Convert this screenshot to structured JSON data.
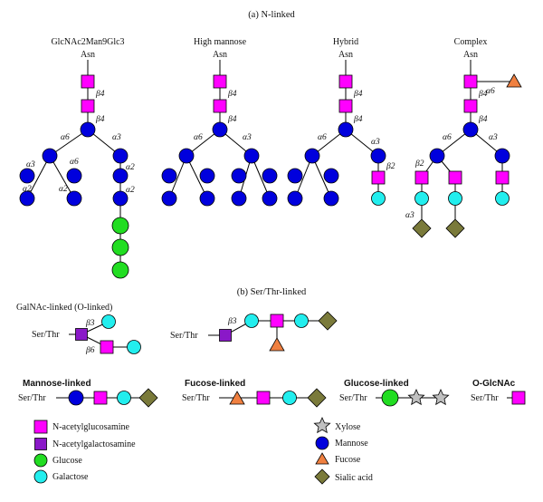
{
  "section_a": {
    "title": "(a) N-linked"
  },
  "section_b": {
    "title": "(b) Ser/Thr-linked"
  },
  "n_linked": {
    "glcnac2man9glc3": {
      "name": "GlcNAc2Man9Glc3",
      "asn": "Asn",
      "links": [
        "β4",
        "β4",
        "α6",
        "α3",
        "α3",
        "α6",
        "α2",
        "α2",
        "α2",
        "α2"
      ]
    },
    "high_mannose": {
      "name": "High mannose",
      "asn": "Asn",
      "links": [
        "β4",
        "β4",
        "α6",
        "α3"
      ]
    },
    "hybrid": {
      "name": "Hybrid",
      "asn": "Asn",
      "links": [
        "β4",
        "β4",
        "α6",
        "α3",
        "β2"
      ]
    },
    "complex": {
      "name": "Complex",
      "asn": "Asn",
      "links": [
        "β4",
        "β4",
        "α6",
        "α3",
        "β2",
        "α3",
        "α6"
      ]
    }
  },
  "o_linked": {
    "galnac": {
      "name": "GalNAc-linked (O-linked)",
      "ser": "Ser/Thr",
      "links": [
        "β3",
        "β6"
      ]
    },
    "core2": {
      "ser": "Ser/Thr",
      "links": [
        "β3"
      ]
    }
  },
  "others": {
    "mannose": {
      "name": "Mannose-linked",
      "ser": "Ser/Thr"
    },
    "fucose": {
      "name": "Fucose-linked",
      "ser": "Ser/Thr"
    },
    "glucose": {
      "name": "Glucose-linked",
      "ser": "Ser/Thr"
    },
    "oglcnac": {
      "name": "O-GlcNAc",
      "ser": "Ser/Thr"
    }
  },
  "legend": [
    {
      "symbol": "square",
      "color": "#ff00ff",
      "label": "N-acetylglucosamine"
    },
    {
      "symbol": "square",
      "color": "#8a18c8",
      "label": "N-acetylgalactosamine"
    },
    {
      "symbol": "circle",
      "color": "#22dd22",
      "label": "Glucose"
    },
    {
      "symbol": "circle",
      "color": "#22eeee",
      "label": "Galactose"
    },
    {
      "symbol": "star",
      "color": "#c0c0c0",
      "label": "Xylose"
    },
    {
      "symbol": "circle",
      "color": "#0000dd",
      "label": "Mannose"
    },
    {
      "symbol": "triangle",
      "color": "#f08040",
      "label": "Fucose"
    },
    {
      "symbol": "diamond",
      "color": "#7a7a3a",
      "label": "Sialic acid"
    }
  ]
}
